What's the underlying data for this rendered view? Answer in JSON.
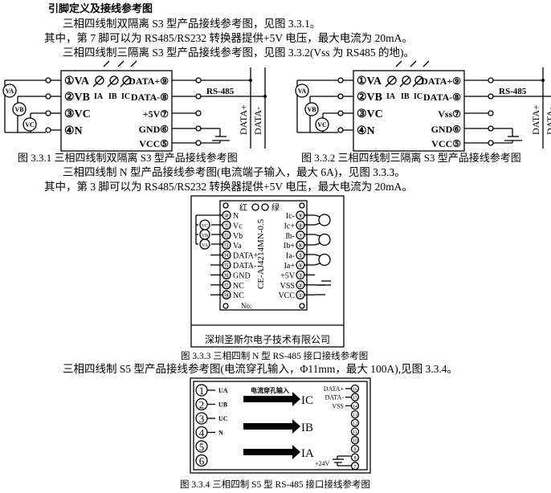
{
  "heading": "引脚定义及接线参考图",
  "paragraphs": [
    "三相四线制双隔离 S3 型产品接线参考图，见图 3.3.1。",
    "其中，第 7 脚可以为 RS485/RS232 转换器提供+5V 电压，最大电流为 20mA。",
    "三相四线制三隔离 S3 型产品接线参考图，见图 3.3.2(Vss 为 RS485 的地)。",
    "三相四线制 N 型产品接线参考图(电流端子输入，最大 6A)，见图 3.3.3。",
    "其中，第 3 脚可以为 RS485/RS232 转换器提供+5V 电压，最大电流为 20mA。",
    "三相四线制 S5 型产品接线参考图(电流穿孔输入，Φ11mm，最大 100A),见图 3.3.4。"
  ],
  "fig1": {
    "caption": "图 3.3.1 三相四线制双隔离 S3 型产品接线参考图",
    "left_pins": [
      "①VA",
      "②VB",
      "③VC",
      "④N"
    ],
    "right_pins": [
      "DATA+⑨",
      "DATA-⑧",
      "+5V⑦",
      "GND⑥",
      "VCC⑤"
    ],
    "current_labels": [
      "IA",
      "IB",
      "IC"
    ],
    "meters": [
      "VA",
      "VB",
      "VC"
    ],
    "bus_label": "RS-485",
    "bus_lines": [
      "DATA+",
      "DATA-"
    ]
  },
  "fig2": {
    "caption": "图 3.3.2 三相四线制三隔离 S3 型产品接线参考图",
    "left_pins": [
      "①VA",
      "②VB",
      "③VC",
      "④N"
    ],
    "right_pins": [
      "DATA+⑨",
      "DATA-⑧",
      "Vss⑦",
      "GND⑥",
      "VCC⑤"
    ],
    "current_labels": [
      "IA",
      "IB",
      "IC"
    ],
    "meters": [
      "VA",
      "VB",
      "VC"
    ],
    "bus_label": "RS-485",
    "bus_lines": [
      "DATA+",
      "DATA-"
    ]
  },
  "fig3": {
    "caption": "图 3.3.3 三相四制 N 型 RS-485 接口接线参考图",
    "leds": [
      "红",
      "绿"
    ],
    "model": "CE-AJ4214MN-0.5",
    "left_nums": [
      "⑩",
      "⑪",
      "⑫",
      "⑬",
      "⑭",
      "⑮",
      "⑯",
      "⑰",
      "⑱"
    ],
    "left_labels": [
      "N",
      "Vc",
      "Vb",
      "Va",
      "DATA+",
      "DATA-",
      "GND",
      "NC",
      "NC"
    ],
    "right_nums": [
      "⑨",
      "⑧",
      "⑦",
      "⑥",
      "⑤",
      "④",
      "③",
      "②",
      "①"
    ],
    "right_labels": [
      "Ic-",
      "Ic+",
      "Ib-",
      "Ib+",
      "Ia-",
      "Ia+",
      "+5V",
      "VSS",
      "VCC"
    ],
    "meters": [
      "VC",
      "VB",
      "VA"
    ],
    "no_label": "No:",
    "company": "深圳圣斯尔电子技术有限公司"
  },
  "fig4": {
    "caption": "图 3.3.4 三相四制 S5 型 RS-485 接口接线参考图",
    "left_nums": [
      "1",
      "2",
      "3",
      "4",
      "5",
      "6"
    ],
    "left_labels": [
      "UA",
      "UB",
      "UC",
      "N",
      "",
      ""
    ],
    "arrow_title": "电流穿孔输入",
    "arrows": [
      "IC",
      "IB",
      "IA"
    ],
    "right_nums": [
      "16",
      "15",
      "14",
      "13",
      "12",
      "11",
      "10",
      "9",
      "8",
      "7"
    ],
    "right_labels": [
      "DATA+",
      "DATA-",
      "VSS"
    ],
    "supply_label": "+24V"
  }
}
